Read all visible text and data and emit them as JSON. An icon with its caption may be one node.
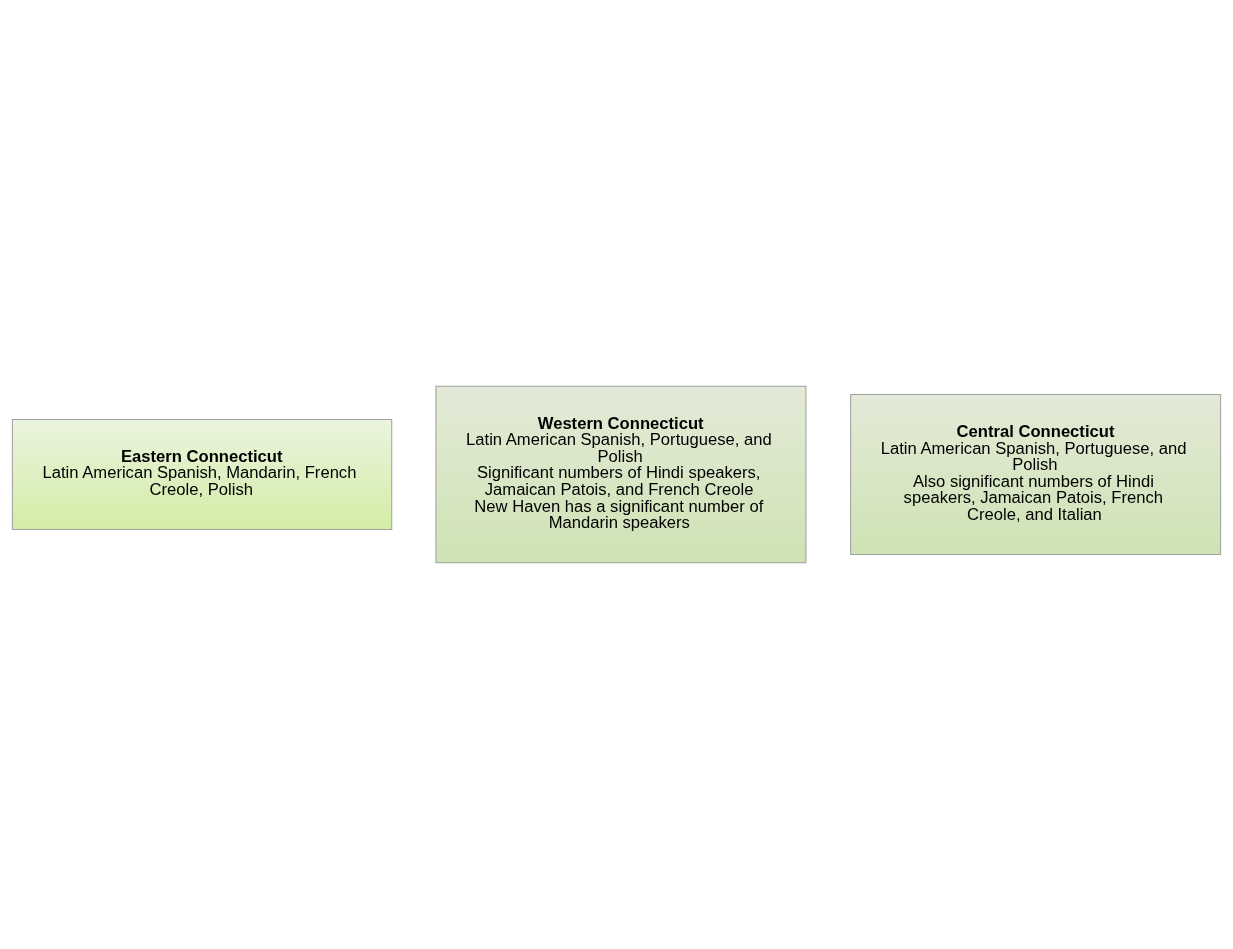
{
  "diagram": {
    "nodes": [
      {
        "text": [
          "Eastern Connecticut",
          "Latin American Spanish, Mandarin, French Creole, Polish"
        ]
      },
      {
        "text": [
          "Western Connecticut",
          "Latin American Spanish, Portuguese, and Polish",
          "Significant numbers of Hindi speakers, Jamaican Patois, and French Creole",
          "New Haven has a significant number of Mandarin speakers"
        ]
      },
      {
        "text": [
          "Central Connecticut",
          "Latin American Spanish, Portuguese, and Polish",
          "Also significant numbers of Hindi speakers, Jamaican Patois, French Creole, and Italian"
        ]
      }
    ],
    "edges": []
  }
}
